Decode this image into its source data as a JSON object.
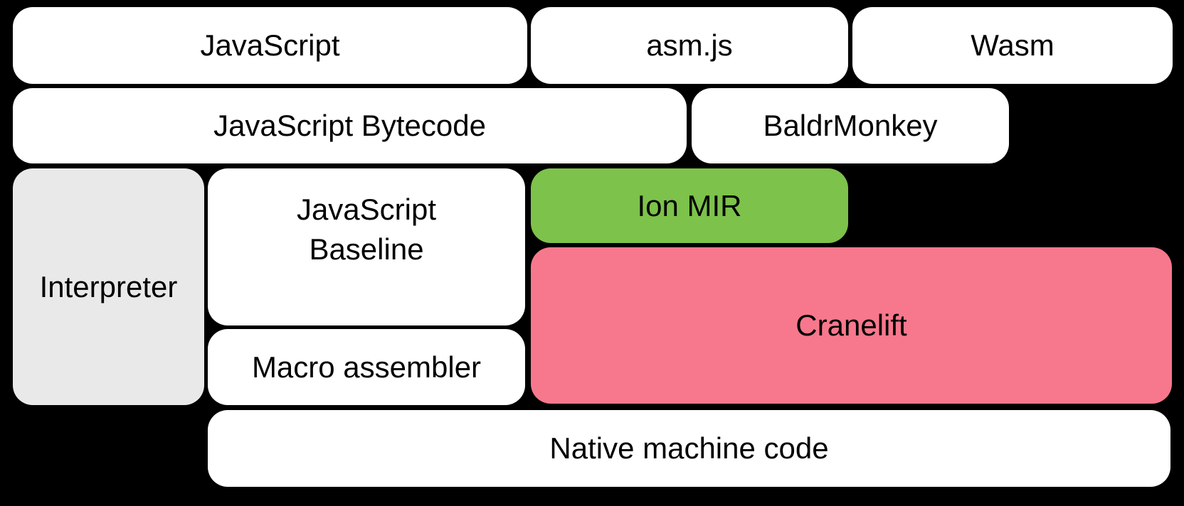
{
  "background": "#000000",
  "text_color": "#000000",
  "boxes": {
    "javascript": {
      "label": "JavaScript",
      "fill": "#ffffff"
    },
    "asmjs": {
      "label": "asm.js",
      "fill": "#ffffff"
    },
    "wasm": {
      "label": "Wasm",
      "fill": "#ffffff"
    },
    "bytecode": {
      "label": "JavaScript Bytecode",
      "fill": "#ffffff"
    },
    "baldrmonkey": {
      "label": "BaldrMonkey",
      "fill": "#ffffff"
    },
    "interpreter": {
      "label": "Interpreter",
      "fill": "#e9e9e9"
    },
    "baseline": {
      "label": "JavaScript Baseline",
      "fill": "#ffffff"
    },
    "ion_mir": {
      "label": "Ion MIR",
      "fill": "#7dc24b"
    },
    "macro_assembler": {
      "label": "Macro assembler",
      "fill": "#ffffff"
    },
    "cranelift": {
      "label": "Cranelift",
      "fill": "#f7788c"
    },
    "native_machine_code": {
      "label": "Native machine code",
      "fill": "#ffffff"
    }
  }
}
